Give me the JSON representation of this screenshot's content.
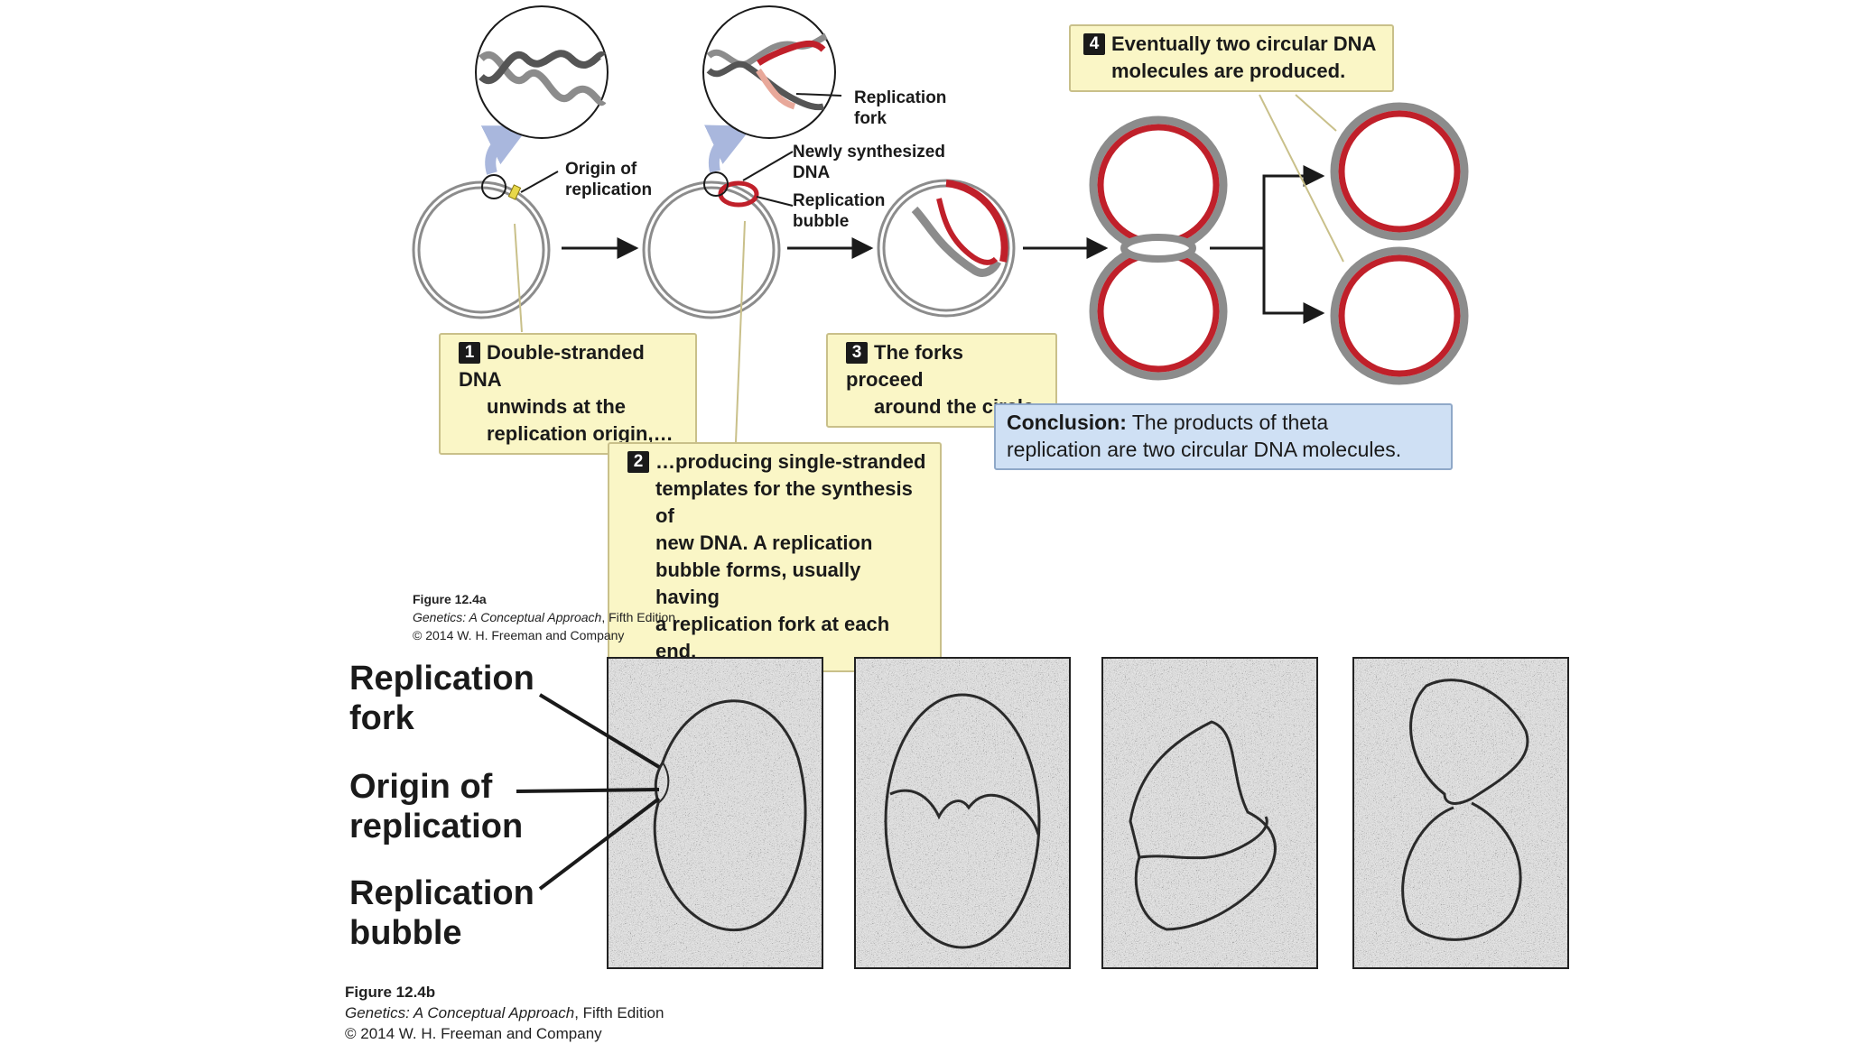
{
  "diagram": {
    "labels": {
      "origin": [
        "Origin of",
        "replication"
      ],
      "fork": [
        "Replication",
        "fork"
      ],
      "new_dna": [
        "Newly synthesized",
        "DNA"
      ],
      "bubble": [
        "Replication",
        "bubble"
      ]
    },
    "steps": [
      {
        "num": "1",
        "lines": [
          "Double-stranded DNA",
          "unwinds at the",
          "replication origin,…"
        ]
      },
      {
        "num": "2",
        "lines": [
          "…producing single-stranded",
          "templates for the synthesis of",
          "new DNA. A replication",
          "bubble forms, usually having",
          "a replication fork at each end."
        ]
      },
      {
        "num": "3",
        "lines": [
          "The forks proceed",
          "around the circle."
        ]
      },
      {
        "num": "4",
        "lines": [
          "Eventually two circular DNA",
          "molecules are produced."
        ]
      }
    ],
    "conclusion": {
      "lead": "Conclusion:",
      "line1": " The products of theta",
      "line2": "replication are two circular DNA molecules."
    },
    "colors": {
      "template_strand": "#8c8c8c",
      "new_strand": "#c0202a",
      "callout_bg": "#faf6c6",
      "conclusion_bg": "#cfe0f4",
      "origin_mark": "#e8d84a"
    }
  },
  "caption_a": {
    "figure": "Figure 12.4a",
    "book": "Genetics: A Conceptual Approach",
    "edition": ", Fifth Edition",
    "copyright": "© 2014 W. H. Freeman and Company"
  },
  "micrographs": {
    "labels": {
      "fork": [
        "Replication",
        "fork"
      ],
      "origin": [
        "Origin of",
        "replication"
      ],
      "bubble": [
        "Replication",
        "bubble"
      ]
    }
  },
  "caption_b": {
    "figure": "Figure 12.4b",
    "book": "Genetics: A Conceptual Approach",
    "edition": ", Fifth Edition",
    "copyright": "© 2014 W. H. Freeman and Company"
  }
}
